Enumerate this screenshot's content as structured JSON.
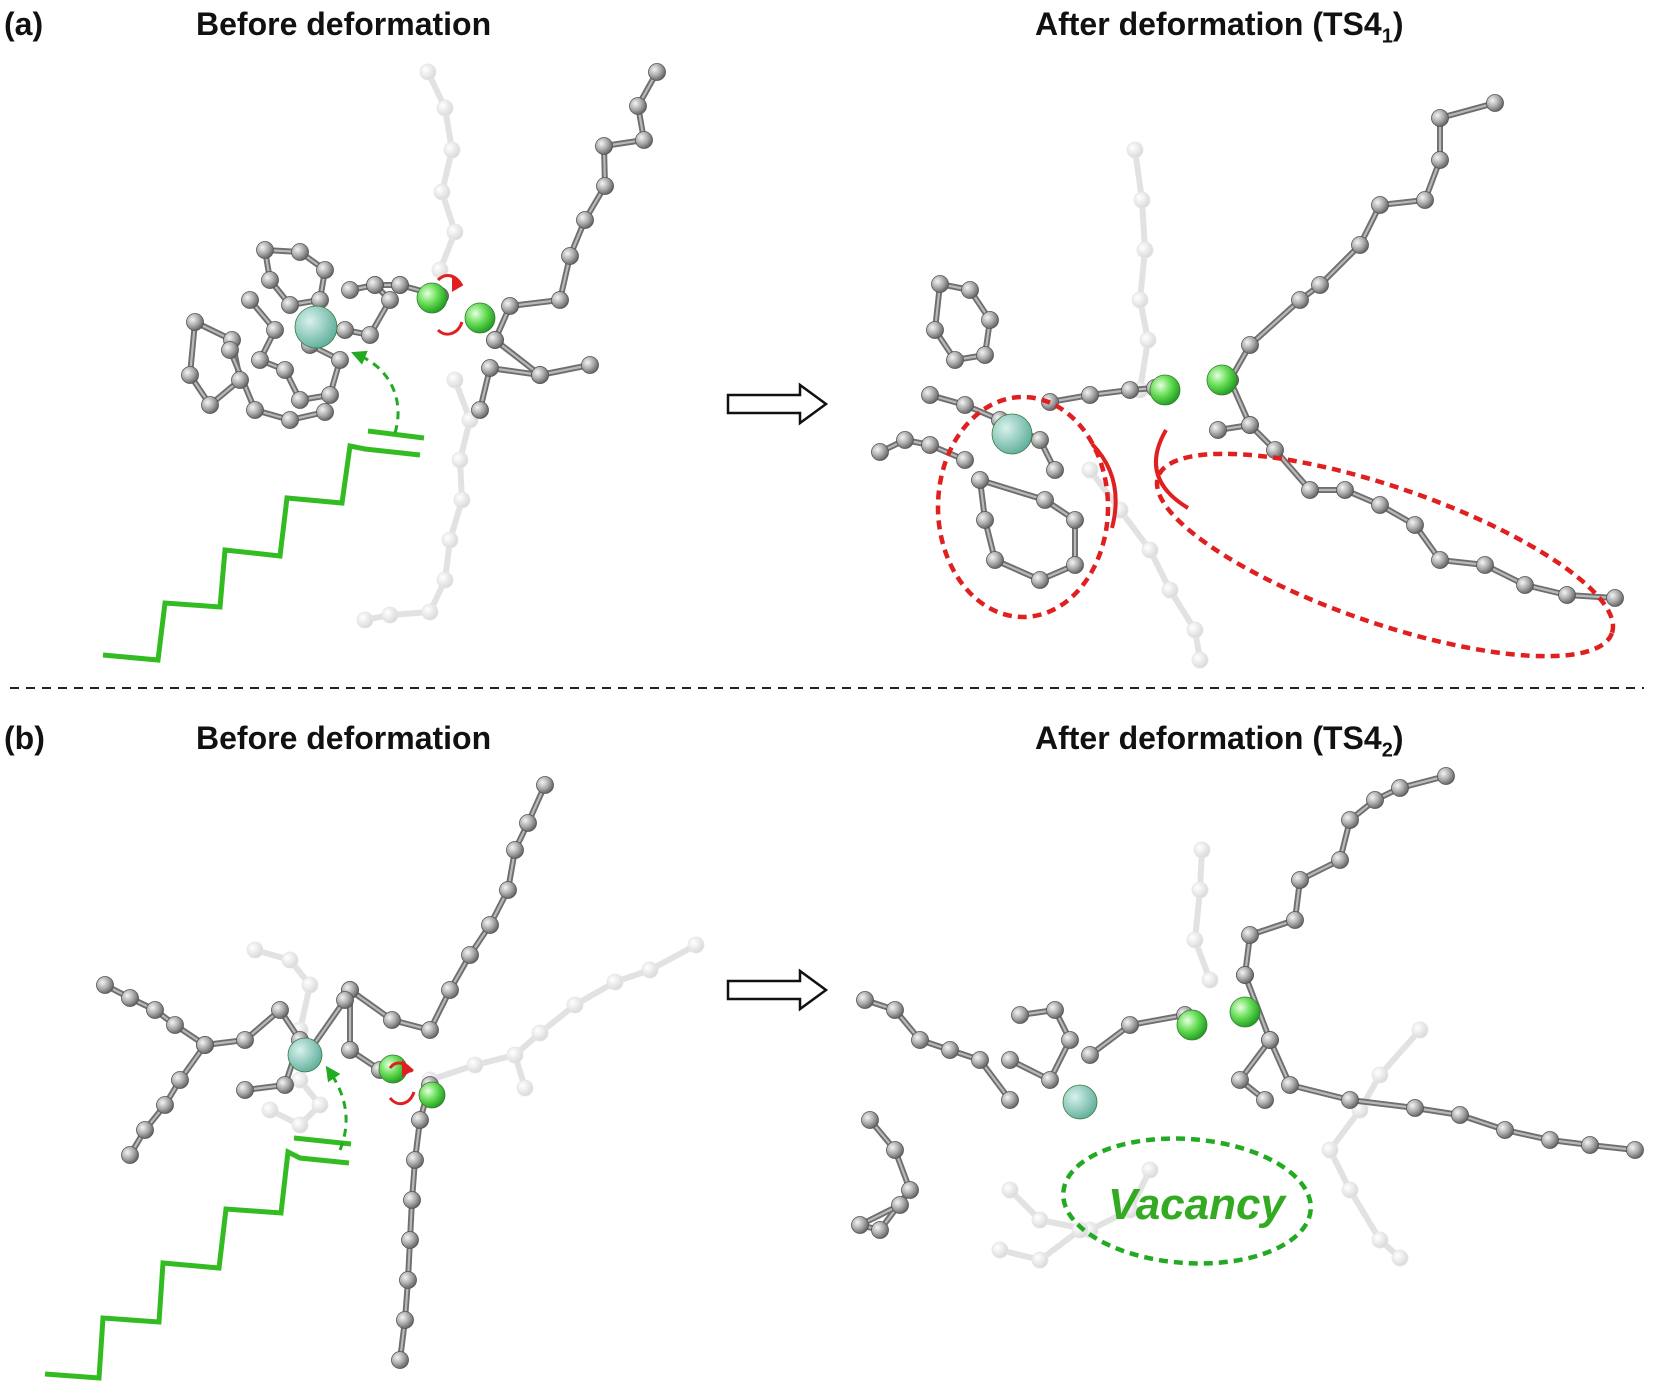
{
  "panel_a": {
    "label": "(a)",
    "before_title": "Before deformation",
    "after_title_main": "After deformation (TS4",
    "after_title_sub": "1",
    "after_title_close": ")"
  },
  "panel_b": {
    "label": "(b)",
    "before_title": "Before deformation",
    "after_title_main": "After deformation (TS4",
    "after_title_sub": "2",
    "after_title_close": ")",
    "vacancy_label": "Vacancy"
  },
  "colors": {
    "atom_gray": "#9a9a9a",
    "bond_gray": "#7a7a7a",
    "atom_faded": "#dddddd",
    "highlight_green": "#33cc33",
    "metal_teal": "#7fc9b8",
    "steric_red": "#e02020",
    "text": "#111111"
  },
  "icons": [
    "right-arrow-icon",
    "rotation-arrow-icon",
    "insertion-arrow-icon"
  ]
}
